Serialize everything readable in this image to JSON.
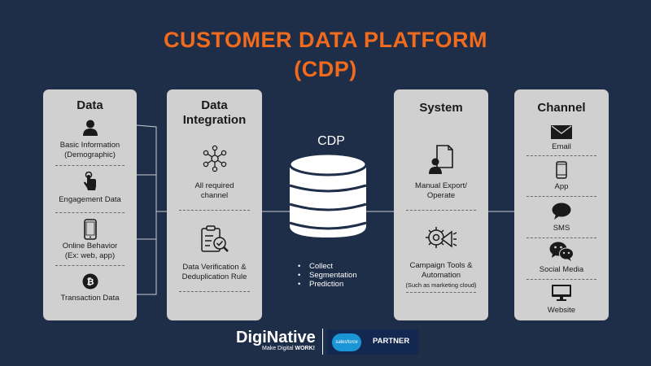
{
  "title": {
    "line1": "CUSTOMER DATA PLATFORM",
    "line2": "(CDP)"
  },
  "colors": {
    "background": "#1f2e48",
    "title": "#f26a1b",
    "panel": "#d0d0d0",
    "icon": "#1a1a1a"
  },
  "panels": {
    "data": {
      "heading": "Data",
      "items": [
        {
          "label": "Basic Information\n(Demographic)",
          "icon": "person-icon"
        },
        {
          "label": "Engagement Data",
          "icon": "touch-hand-icon"
        },
        {
          "label": "Online Behavior\n(Ex: web, app)",
          "icon": "smartphone-icon"
        },
        {
          "label": "Transaction Data",
          "icon": "bitcoin-icon"
        }
      ]
    },
    "integration": {
      "heading": "Data\nIntegration",
      "items": [
        {
          "label": "All required\nchannel",
          "icon": "network-hub-icon"
        },
        {
          "label": "Data Verification &\nDeduplication Rule",
          "icon": "checklist-magnifier-icon"
        }
      ]
    },
    "system": {
      "heading": "System",
      "items": [
        {
          "label": "Manual Export/\nOperate",
          "icon": "user-document-icon"
        },
        {
          "label": "Campaign Tools &\nAutomation",
          "sublabel": "(Such as marketing cloud)",
          "icon": "megaphone-gear-icon"
        }
      ]
    },
    "channel": {
      "heading": "Channel",
      "items": [
        {
          "label": "Email",
          "icon": "envelope-icon"
        },
        {
          "label": "App",
          "icon": "phone-icon"
        },
        {
          "label": "SMS",
          "icon": "chat-bubble-icon"
        },
        {
          "label": "Social Media",
          "icon": "wechat-icon"
        },
        {
          "label": "Website",
          "icon": "monitor-icon"
        }
      ]
    }
  },
  "cdp": {
    "label": "CDP",
    "icon": "database-icon",
    "bullets": [
      "Collect",
      "Segmentation",
      "Prediction"
    ]
  },
  "footer": {
    "brand": "DigiNative",
    "tagline_pre": "Make Digital ",
    "tagline_bold": "WORK!",
    "salesforce_logo": "salesforce",
    "partner_label": "PARTNER"
  }
}
